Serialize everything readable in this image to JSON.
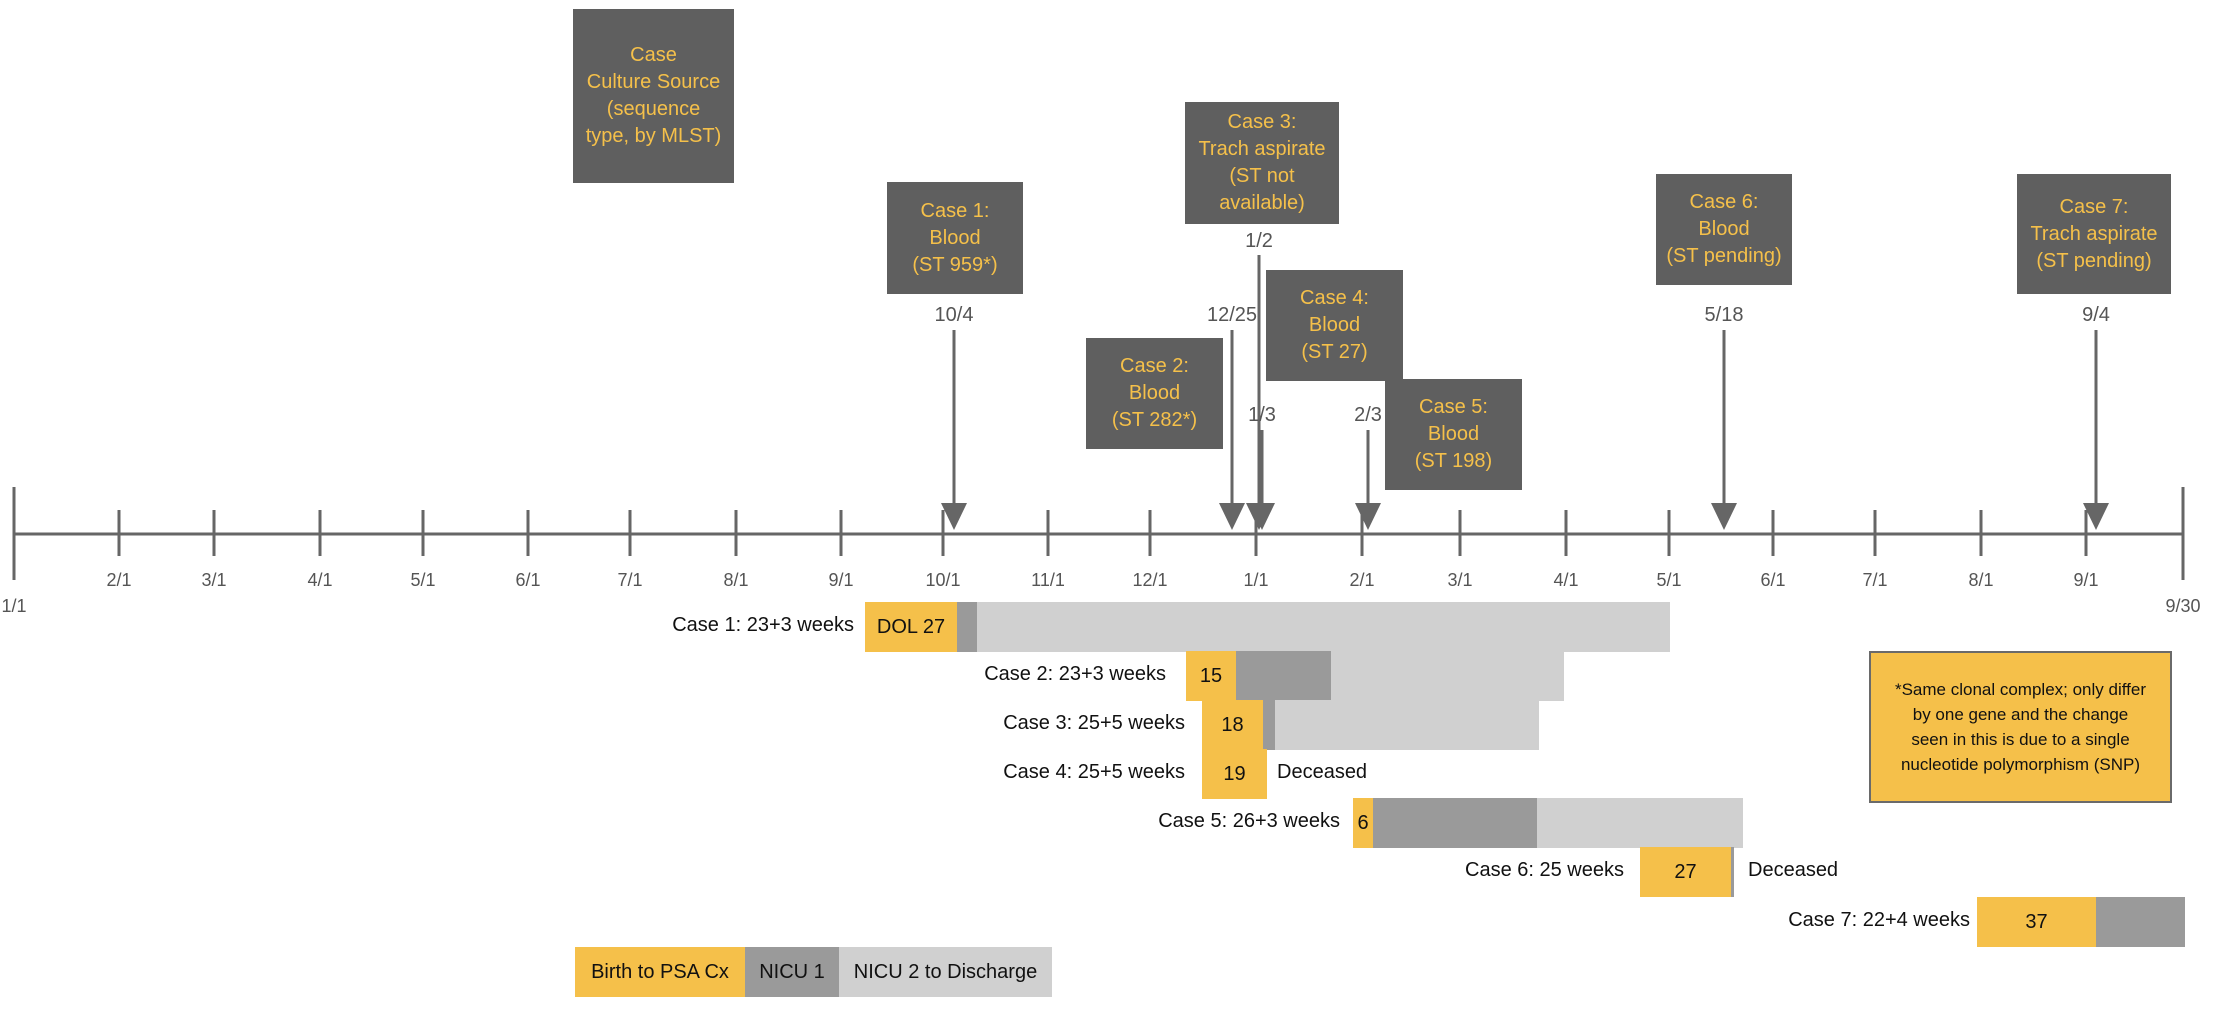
{
  "colors": {
    "box_bg": "#5f5f5f",
    "box_text": "#f5c04a",
    "birth_to_psa": "#f5c04a",
    "nicu1": "#9a9a9a",
    "nicu2": "#d0d0d0",
    "axis": "#666666"
  },
  "legend_box": {
    "lines": [
      "Case",
      "Culture Source",
      "(sequence",
      "type, by MLST)"
    ]
  },
  "timeline": {
    "ticks": [
      "1/1",
      "2/1",
      "3/1",
      "4/1",
      "5/1",
      "6/1",
      "7/1",
      "8/1",
      "9/1",
      "10/1",
      "11/1",
      "12/1",
      "1/1",
      "2/1",
      "3/1",
      "4/1",
      "5/1",
      "6/1",
      "7/1",
      "8/1",
      "9/1",
      "9/30"
    ]
  },
  "events": [
    {
      "id": "case1",
      "date": "10/4",
      "lines": [
        "Case 1:",
        "Blood",
        "(ST 959*)"
      ]
    },
    {
      "id": "case2",
      "date": "12/25",
      "lines": [
        "Case 2:",
        "Blood",
        "(ST 282*)"
      ]
    },
    {
      "id": "case3",
      "date": "1/2",
      "lines": [
        "Case 3:",
        "Trach aspirate",
        "(ST not",
        "available)"
      ]
    },
    {
      "id": "case4",
      "date": "1/3",
      "lines": [
        "Case 4:",
        "Blood",
        "(ST 27)"
      ]
    },
    {
      "id": "case5",
      "date": "2/3",
      "lines": [
        "Case 5:",
        "Blood",
        "(ST 198)"
      ]
    },
    {
      "id": "case6",
      "date": "5/18",
      "lines": [
        "Case 6:",
        "Blood",
        "(ST pending)"
      ]
    },
    {
      "id": "case7",
      "date": "9/4",
      "lines": [
        "Case 7:",
        "Trach aspirate",
        "(ST pending)"
      ]
    }
  ],
  "courses": [
    {
      "label": "Case 1: 23+3 weeks",
      "dol": "DOL 27",
      "deceased": ""
    },
    {
      "label": "Case 2: 23+3 weeks",
      "dol": "15",
      "deceased": ""
    },
    {
      "label": "Case 3: 25+5 weeks",
      "dol": "18",
      "deceased": ""
    },
    {
      "label": "Case 4: 25+5 weeks",
      "dol": "19",
      "deceased": "Deceased"
    },
    {
      "label": "Case 5: 26+3 weeks",
      "dol": "6",
      "deceased": ""
    },
    {
      "label": "Case 6: 25 weeks",
      "dol": "27",
      "deceased": "Deceased"
    },
    {
      "label": "Case 7: 22+4 weeks",
      "dol": "37",
      "deceased": ""
    }
  ],
  "legend": [
    "Birth to PSA Cx",
    "NICU 1",
    "NICU 2 to Discharge"
  ],
  "note": {
    "lines": [
      "*Same clonal complex; only differ",
      "by one gene and the change",
      "seen in this is due to a single",
      "nucleotide polymorphism (SNP)"
    ]
  }
}
